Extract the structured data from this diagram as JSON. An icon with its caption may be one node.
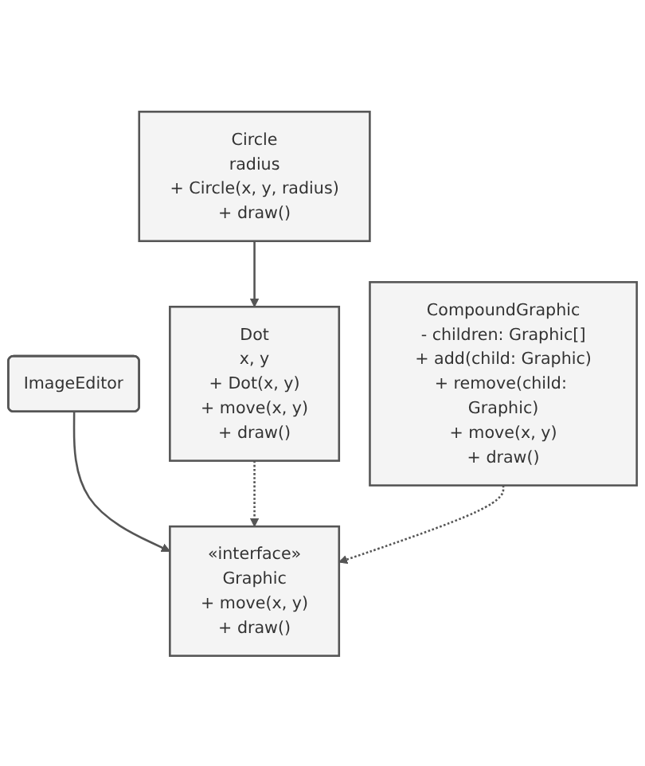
{
  "diagram": {
    "nodes": [
      {
        "text": [
          "«interface»",
          "Graphic",
          "+ move(x, y)",
          "+ draw()"
        ]
      },
      {
        "text": [
          "ImageEditor"
        ]
      },
      {
        "text": [
          "Dot",
          "x, y",
          "+ Dot(x, y)",
          "+ move(x, y)",
          "+ draw()"
        ]
      },
      {
        "text": [
          "CompoundGraphic",
          "- children: Graphic[]",
          "+ add(child: Graphic)",
          "+ remove(child: Graphic)",
          "+ move(x, y)",
          "+ draw()"
        ]
      },
      {
        "text": [
          "Circle",
          "radius",
          "+ Circle(x, y, radius)",
          "+ draw()"
        ]
      }
    ],
    "edges": [
      {
        "from": 1,
        "to": 0,
        "arrow": "to"
      },
      {
        "from": 2,
        "to": 0,
        "arrow": "to",
        "style": "dashed"
      },
      {
        "from": 3,
        "to": 0,
        "arrow": "to",
        "style": "dashed"
      },
      {
        "from": 4,
        "to": 2,
        "arrow": "to"
      }
    ]
  }
}
